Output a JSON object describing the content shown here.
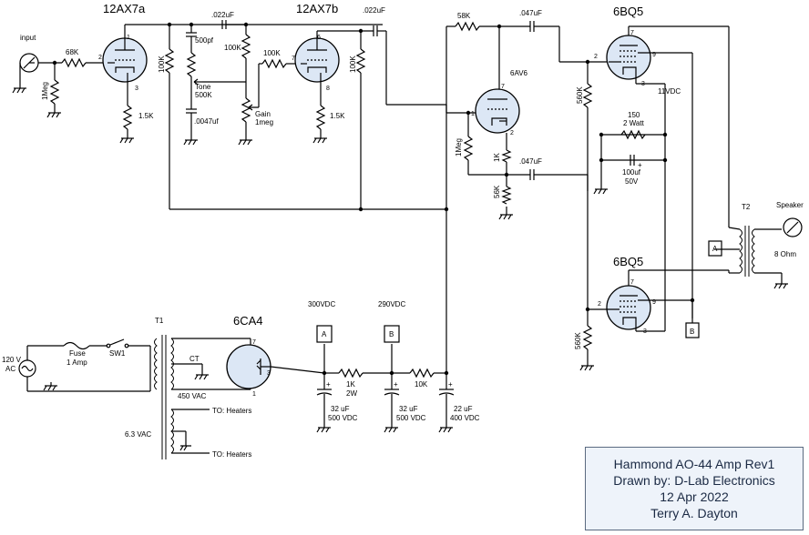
{
  "tubes": {
    "v1": "12AX7a",
    "v2": "12AX7b",
    "v3": "6AV6",
    "v4": "6BQ5",
    "v5": "6BQ5",
    "rect": "6CA4"
  },
  "labels": {
    "input": "input",
    "r_68k": "68K",
    "r_1meg_in": "1Meg",
    "r_100k_a": "100K",
    "r_1_5k_a": "1.5K",
    "c_022_a": ".022uF",
    "c_500pf": "500pf",
    "r_100k_tone": "100K",
    "tone": "Tone",
    "tone_val": "500K",
    "c_0047": ".0047uf",
    "gain": "Gain",
    "gain_val": "1meg",
    "r_100k_b": "100K",
    "r_100k_c": "100K",
    "r_1_5k_b": "1.5K",
    "c_022_b": ".022uF",
    "r_58k": "58K",
    "c_047_a": ".047uF",
    "r_1meg_g": "1Meg",
    "r_1k": "1K",
    "c_047_b": ".047uF",
    "r_56k": "56K",
    "r_560k_a": "560K",
    "r_150": "150",
    "r_150_w": "2 Watt",
    "c_100uf": "100uf",
    "c_100uf_v": "50V",
    "v11": "11VDC",
    "t2": "T2",
    "speaker": "Speaker",
    "ohm": "8 Ohm",
    "r_560k_b": "560K",
    "t1": "T1",
    "ac": "120 V",
    "ac2": "AC",
    "fuse": "Fuse",
    "fuse_val": "1 Amp",
    "sw1": "SW1",
    "ct": "CT",
    "hv": "450 VAC",
    "fil": "6.3 VAC",
    "heat1": "TO: Heaters",
    "heat2": "TO: Heaters",
    "v300": "300VDC",
    "v290": "290VDC",
    "node_a": "A",
    "node_b": "B",
    "r_1k_2w": "1K",
    "r_1k_2w_w": "2W",
    "r_10k": "10K",
    "c1": "32 uF",
    "c1v": "500 VDC",
    "c2": "32 uF",
    "c2v": "500 VDC",
    "c3": "22 uF",
    "c3v": "400 VDC"
  },
  "title_block": {
    "line1": "Hammond AO-44 Amp Rev1",
    "line2": "Drawn by: D-Lab Electronics",
    "line3": "12 Apr 2022",
    "line4": "Terry A. Dayton"
  }
}
